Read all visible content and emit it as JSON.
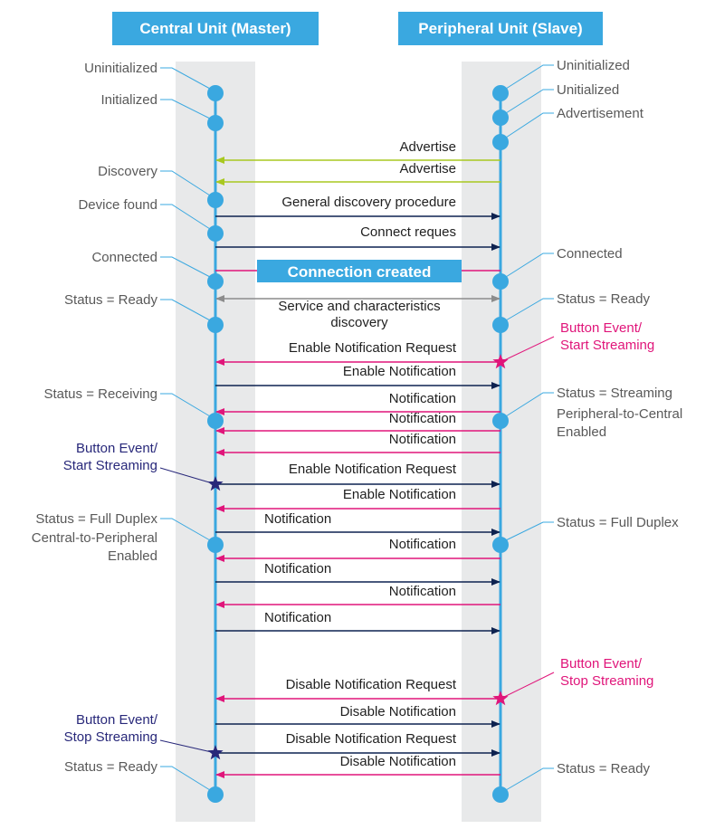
{
  "colors": {
    "lane_bg": "#e8e9ea",
    "header_bg": "#3aa8e0",
    "lifeline": "#3aa8e0",
    "node": "#3aa8e0",
    "navy": "#0d2250",
    "magenta": "#e0157a",
    "lime": "#a8c820",
    "gray_arrow": "#8c8c8c",
    "state_text": "#595959",
    "event_text": "#e0157a",
    "master_event_text": "#28287a"
  },
  "headers": {
    "central": "Central Unit (Master)",
    "peripheral": "Peripheral Unit (Slave)"
  },
  "connection_banner": "Connection created",
  "master_states": [
    {
      "label": "Uninitialized"
    },
    {
      "label": "Initialized"
    },
    {
      "label": "Discovery"
    },
    {
      "label": "Device found"
    },
    {
      "label": "Connected"
    },
    {
      "label": "Status = Ready"
    },
    {
      "label": "Status = Receiving"
    },
    {
      "label": "Status = Full Duplex",
      "label2": "Central-to-Peripheral",
      "label3": "Enabled"
    },
    {
      "label": "Status = Ready"
    }
  ],
  "slave_states": [
    {
      "label": "Uninitialized"
    },
    {
      "label": "Unitialized"
    },
    {
      "label": "Advertisement"
    },
    {
      "label": "Connected"
    },
    {
      "label": "Status = Ready"
    },
    {
      "label": "Status = Streaming",
      "label2": "Peripheral-to-Central",
      "label3": "Enabled"
    },
    {
      "label": "Status = Full Duplex"
    },
    {
      "label": "Status = Ready"
    }
  ],
  "events": [
    {
      "side": "slave",
      "line1": "Button Event/",
      "line2": "Start Streaming"
    },
    {
      "side": "master",
      "line1": "Button Event/",
      "line2": "Start Streaming"
    },
    {
      "side": "slave",
      "line1": "Button Event/",
      "line2": "Stop Streaming"
    },
    {
      "side": "master",
      "line1": "Button Event/",
      "line2": "Stop Streaming"
    }
  ],
  "messages": [
    {
      "label": "Advertise",
      "dir": "to_master",
      "color": "lime"
    },
    {
      "label": "Advertise",
      "dir": "to_master",
      "color": "lime"
    },
    {
      "label": "General discovery procedure",
      "dir": "to_slave",
      "color": "navy"
    },
    {
      "label": "Connect reques",
      "dir": "to_slave",
      "color": "navy"
    },
    {
      "label": "Service and characteristics",
      "label2": "discovery",
      "dir": "both",
      "color": "gray"
    },
    {
      "label": "Enable Notification Request",
      "dir": "to_master",
      "color": "magenta"
    },
    {
      "label": "Enable Notification",
      "dir": "to_slave",
      "color": "navy"
    },
    {
      "label": "Notification",
      "dir": "to_master",
      "color": "magenta"
    },
    {
      "label": "Notification",
      "dir": "to_master",
      "color": "magenta"
    },
    {
      "label": "Notification",
      "dir": "to_master",
      "color": "magenta"
    },
    {
      "label": "Enable Notification Request",
      "dir": "to_slave",
      "color": "navy"
    },
    {
      "label": "Enable Notification",
      "dir": "to_master",
      "color": "magenta"
    },
    {
      "label": "Notification",
      "dir": "to_slave",
      "color": "navy"
    },
    {
      "label": "Notification",
      "dir": "to_master",
      "color": "magenta"
    },
    {
      "label": "Notification",
      "dir": "to_slave",
      "color": "navy"
    },
    {
      "label": "Notification",
      "dir": "to_master",
      "color": "magenta"
    },
    {
      "label": "Notification",
      "dir": "to_slave",
      "color": "navy"
    },
    {
      "label": "Disable Notification Request",
      "dir": "to_master",
      "color": "magenta"
    },
    {
      "label": "Disable Notification",
      "dir": "to_slave",
      "color": "navy"
    },
    {
      "label": "Disable Notification Request",
      "dir": "to_slave",
      "color": "navy"
    },
    {
      "label": "Disable Notification",
      "dir": "to_master",
      "color": "magenta"
    }
  ]
}
